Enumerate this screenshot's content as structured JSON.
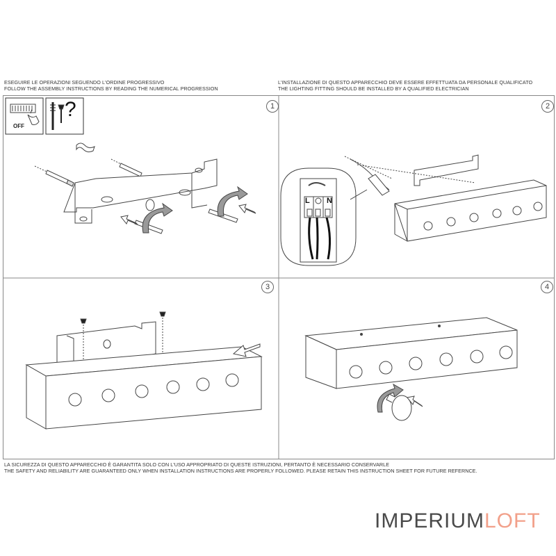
{
  "header_left": {
    "line1": "ESEGUIRE LE OPERAZIONI SEGUENDO L'ORDINE PROGRESSIVO",
    "line2": "FOLLOW THE ASSEMBLY INSTRUCTIONS BY READING THE NUMERICAL PROGRESSION"
  },
  "header_right": {
    "line1": "L'INSTALLAZIONE DI QUESTO APPARECCHIO DEVE ESSERE EFFETTUATA DA PERSONALE QUALIFICATO",
    "line2": "THE LIGHTING FITTING SHOULD BE INSTALLED BY A QUALIFIED ELECTRICIAN"
  },
  "steps": [
    {
      "number": "1",
      "switch_label": "OFF",
      "question_mark": "?"
    },
    {
      "number": "2",
      "terminal_labels": [
        "L",
        "N"
      ]
    },
    {
      "number": "3"
    },
    {
      "number": "4"
    }
  ],
  "footer": {
    "line1": "LA SICUREZZA DI QUESTO APPARECCHIO È GARANTITA SOLO CON L'USO APPROPRIATO DI QUESTE ISTRUZIONI, PERTANTO È NECESSARIO CONSERVARLE",
    "line2": "THE SAFETY AND RELIABILITY ARE GUARANTEED ONLY WHEN INSTALLATION INSTRUCTIONS ARE PROPERLY FOLLOWED. PLEASE RETAIN THIS INSTRUCTION SHEET FOR FUTURE REFERNCE."
  },
  "logo": {
    "part1": "IMPERIUM",
    "part2": "LOFT"
  },
  "colors": {
    "logo_dark": "#4a4a4a",
    "logo_accent": "#f2a08a",
    "line": "#555555"
  }
}
